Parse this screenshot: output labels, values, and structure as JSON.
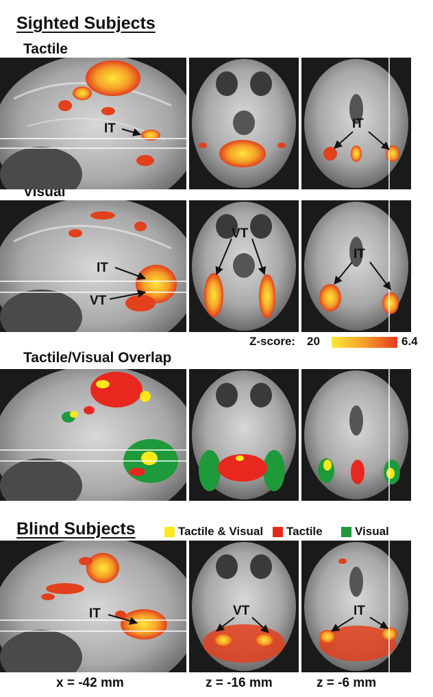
{
  "headings": {
    "sighted": "Sighted Subjects",
    "tactile": "Tactile",
    "visual": "Visual",
    "overlap": "Tactile/Visual Overlap",
    "blind": "Blind Subjects"
  },
  "labels": {
    "it": "IT",
    "vt": "VT"
  },
  "zscale": {
    "label": "Z-score:",
    "max": "20",
    "min": "6.4",
    "colors": [
      "#ffe63a",
      "#e63a1e"
    ]
  },
  "legend": [
    {
      "label": "Tactile & Visual",
      "color": "#ffe81a"
    },
    {
      "label": "Tactile",
      "color": "#e8281e"
    },
    {
      "label": "Visual",
      "color": "#1e9a3a"
    }
  ],
  "coords": {
    "x": "x = -42 mm",
    "z1": "z = -16 mm",
    "z2": "z = -6 mm"
  }
}
